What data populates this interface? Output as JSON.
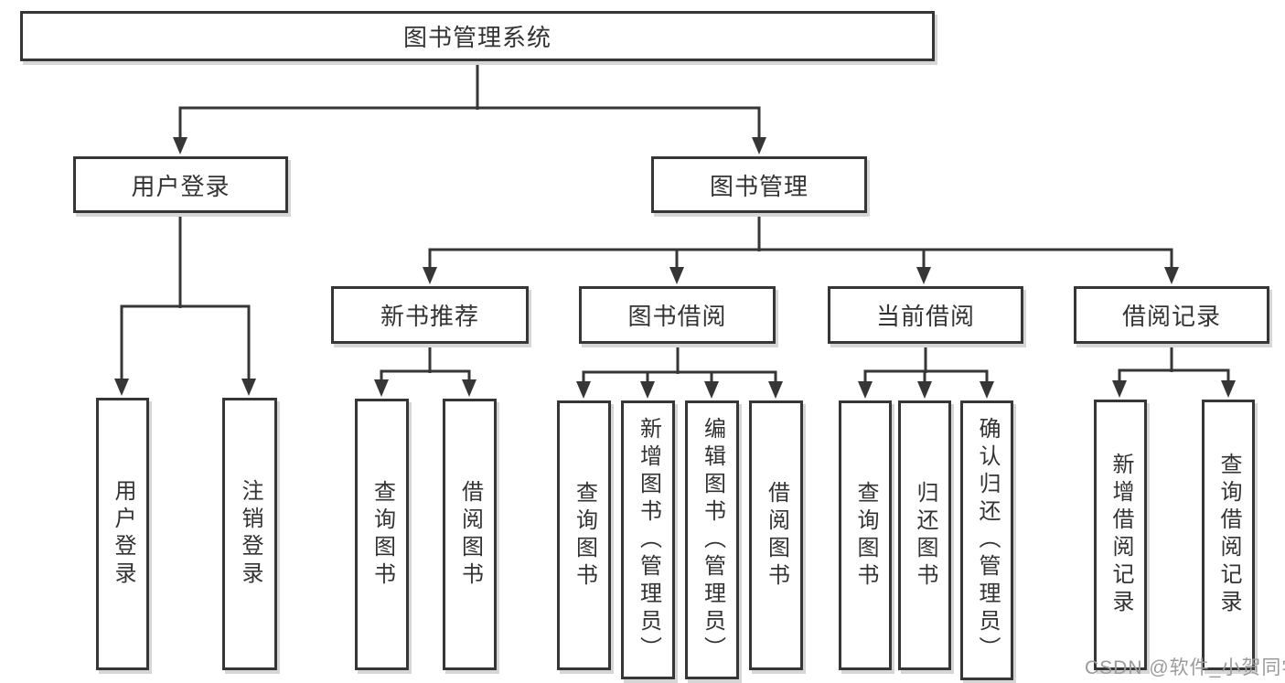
{
  "tree": {
    "root": {
      "label": "图书管理系统"
    },
    "branches": [
      {
        "label": "用户登录",
        "children": [
          {
            "label": "用户登录"
          },
          {
            "label": "注销登录"
          }
        ]
      },
      {
        "label": "图书管理",
        "children": [
          {
            "label": "新书推荐",
            "children": [
              {
                "label": "查询图书"
              },
              {
                "label": "借阅图书"
              }
            ]
          },
          {
            "label": "图书借阅",
            "children": [
              {
                "label": "查询图书"
              },
              {
                "label": "新增图书（管理员）"
              },
              {
                "label": "编辑图书（管理员）"
              },
              {
                "label": "借阅图书"
              }
            ]
          },
          {
            "label": "当前借阅",
            "children": [
              {
                "label": "查询图书"
              },
              {
                "label": "归还图书"
              },
              {
                "label": "确认归还（管理员）"
              }
            ]
          },
          {
            "label": "借阅记录",
            "children": [
              {
                "label": "新增借阅记录"
              },
              {
                "label": "查询借阅记录"
              }
            ]
          }
        ]
      }
    ]
  },
  "watermark": {
    "text": "CSDN @软件_小贺同学"
  },
  "colors": {
    "line": "#363636",
    "box_border": "#363636",
    "box_fill": "#ffffff",
    "box_shadow": "#d6d6d6",
    "text": "#333333",
    "watermark": "#9b9b9b",
    "background": "#ffffff"
  }
}
